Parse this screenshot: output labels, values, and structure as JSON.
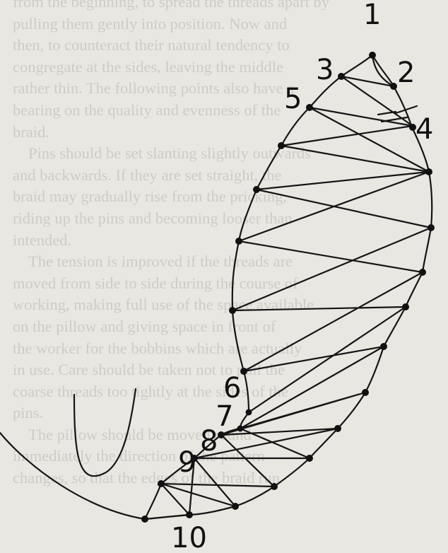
{
  "background_text": [
    {
      "text": "from the beginning, to spread the threads apart by",
      "indent": false
    },
    {
      "text": "pulling them gently into position. Now and",
      "indent": false
    },
    {
      "text": "then, to counteract their natural tendency to",
      "indent": false
    },
    {
      "text": "congregate at the sides, leaving the middle",
      "indent": false
    },
    {
      "text": "rather thin. The following points also have a",
      "indent": false
    },
    {
      "text": "bearing on the quality and evenness of the",
      "indent": false
    },
    {
      "text": "braid.",
      "indent": false
    },
    {
      "text": "Pins should be set slanting slightly outwards",
      "indent": true
    },
    {
      "text": "and backwards. If they are set straight, the",
      "indent": false
    },
    {
      "text": "braid may gradually rise from the pricking,",
      "indent": false
    },
    {
      "text": "riding up the pins and becoming looser than",
      "indent": false
    },
    {
      "text": "intended.",
      "indent": false
    },
    {
      "text": "The tension is improved if the threads are",
      "indent": true
    },
    {
      "text": "moved from side to side during the course of",
      "indent": false
    },
    {
      "text": "working, making full use of the space available",
      "indent": false
    },
    {
      "text": "on the pillow and giving space in front of",
      "indent": false
    },
    {
      "text": "the worker for the bobbins which are actually",
      "indent": false
    },
    {
      "text": "in use. Care should be taken not to pull the",
      "indent": false
    },
    {
      "text": "coarse threads too tightly at the sides of the",
      "indent": false
    },
    {
      "text": "pins.",
      "indent": false
    },
    {
      "text": "The pillow should be moved round",
      "indent": true
    },
    {
      "text": "immediately the direction of the pattern",
      "indent": false
    },
    {
      "text": "changes, so that the edges of the braid run",
      "indent": false
    }
  ],
  "pin_labels": [
    "1",
    "2",
    "3",
    "4",
    "5",
    "6",
    "7",
    "8",
    "9",
    "10"
  ]
}
